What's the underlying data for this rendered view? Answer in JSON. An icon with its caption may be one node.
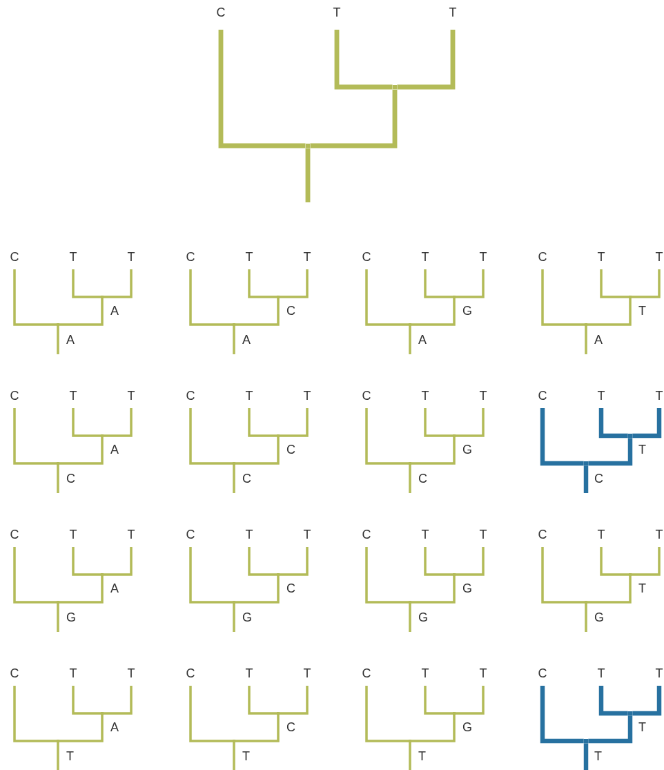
{
  "diagram": {
    "nodes": [
      {
        "text": [
          "C"
        ]
      },
      {
        "text": [
          "T"
        ]
      },
      {
        "text": [
          "T"
        ]
      },
      {
        "text": [],
        "shape": "point"
      },
      {
        "text": [],
        "shape": "point"
      },
      {
        "text": [
          "C"
        ]
      },
      {
        "text": [
          "T"
        ]
      },
      {
        "text": [
          "T"
        ]
      },
      {
        "text": [],
        "shape": "point",
        "beside": [
          "A"
        ]
      },
      {
        "text": [],
        "shape": "point",
        "beside": [
          "A"
        ]
      },
      {
        "text": [
          "C"
        ]
      },
      {
        "text": [
          "T"
        ]
      },
      {
        "text": [
          "T"
        ]
      },
      {
        "text": [],
        "shape": "point",
        "beside": [
          "C"
        ]
      },
      {
        "text": [],
        "shape": "point",
        "beside": [
          "A"
        ]
      },
      {
        "text": [
          "C"
        ]
      },
      {
        "text": [
          "T"
        ]
      },
      {
        "text": [
          "T"
        ]
      },
      {
        "text": [],
        "shape": "point",
        "beside": [
          "G"
        ]
      },
      {
        "text": [],
        "shape": "point",
        "beside": [
          "A"
        ]
      },
      {
        "text": [
          "C"
        ]
      },
      {
        "text": [
          "T"
        ]
      },
      {
        "text": [
          "T"
        ]
      },
      {
        "text": [],
        "shape": "point",
        "beside": [
          "T"
        ]
      },
      {
        "text": [],
        "shape": "point",
        "beside": [
          "A"
        ]
      },
      {
        "text": [
          "C"
        ]
      },
      {
        "text": [
          "T"
        ]
      },
      {
        "text": [
          "T"
        ]
      },
      {
        "text": [],
        "shape": "point",
        "beside": [
          "A"
        ]
      },
      {
        "text": [],
        "shape": "point",
        "beside": [
          "C"
        ]
      },
      {
        "text": [
          "C"
        ]
      },
      {
        "text": [
          "T"
        ]
      },
      {
        "text": [
          "T"
        ]
      },
      {
        "text": [],
        "shape": "point",
        "beside": [
          "C"
        ]
      },
      {
        "text": [],
        "shape": "point",
        "beside": [
          "C"
        ]
      },
      {
        "text": [
          "C"
        ]
      },
      {
        "text": [
          "T"
        ]
      },
      {
        "text": [
          "T"
        ]
      },
      {
        "text": [],
        "shape": "point",
        "beside": [
          "G"
        ]
      },
      {
        "text": [],
        "shape": "point",
        "beside": [
          "C"
        ]
      },
      {
        "text": [
          "C"
        ]
      },
      {
        "text": [
          "T"
        ]
      },
      {
        "text": [
          "T"
        ]
      },
      {
        "text": [],
        "shape": "point",
        "beside": [
          "T"
        ]
      },
      {
        "text": [],
        "shape": "point",
        "beside": [
          "C"
        ]
      },
      {
        "text": [
          "C"
        ]
      },
      {
        "text": [
          "T"
        ]
      },
      {
        "text": [
          "T"
        ]
      },
      {
        "text": [],
        "shape": "point",
        "beside": [
          "A"
        ]
      },
      {
        "text": [],
        "shape": "point",
        "beside": [
          "G"
        ]
      },
      {
        "text": [
          "C"
        ]
      },
      {
        "text": [
          "T"
        ]
      },
      {
        "text": [
          "T"
        ]
      },
      {
        "text": [],
        "shape": "point",
        "beside": [
          "C"
        ]
      },
      {
        "text": [],
        "shape": "point",
        "beside": [
          "G"
        ]
      },
      {
        "text": [
          "C"
        ]
      },
      {
        "text": [
          "T"
        ]
      },
      {
        "text": [
          "T"
        ]
      },
      {
        "text": [],
        "shape": "point",
        "beside": [
          "G"
        ]
      },
      {
        "text": [],
        "shape": "point",
        "beside": [
          "G"
        ]
      },
      {
        "text": [
          "C"
        ]
      },
      {
        "text": [
          "T"
        ]
      },
      {
        "text": [
          "T"
        ]
      },
      {
        "text": [],
        "shape": "point",
        "beside": [
          "T"
        ]
      },
      {
        "text": [],
        "shape": "point",
        "beside": [
          "G"
        ]
      },
      {
        "text": [
          "C"
        ]
      },
      {
        "text": [
          "T"
        ]
      },
      {
        "text": [
          "T"
        ]
      },
      {
        "text": [],
        "shape": "point",
        "beside": [
          "A"
        ]
      },
      {
        "text": [],
        "shape": "point",
        "beside": [
          "T"
        ]
      },
      {
        "text": [
          "C"
        ]
      },
      {
        "text": [
          "T"
        ]
      },
      {
        "text": [
          "T"
        ]
      },
      {
        "text": [],
        "shape": "point",
        "beside": [
          "C"
        ]
      },
      {
        "text": [],
        "shape": "point",
        "beside": [
          "T"
        ]
      },
      {
        "text": [
          "C"
        ]
      },
      {
        "text": [
          "T"
        ]
      },
      {
        "text": [
          "T"
        ]
      },
      {
        "text": [],
        "shape": "point",
        "beside": [
          "G"
        ]
      },
      {
        "text": [],
        "shape": "point",
        "beside": [
          "T"
        ]
      },
      {
        "text": [
          "C"
        ]
      },
      {
        "text": [
          "T"
        ]
      },
      {
        "text": [
          "T"
        ]
      },
      {
        "text": [],
        "shape": "point",
        "beside": [
          "T"
        ]
      },
      {
        "text": [],
        "shape": "point",
        "beside": [
          "T"
        ]
      }
    ],
    "edges": [
      {
        "from": 4,
        "to": 0,
        "arrow": "none",
        "style": "thick"
      },
      {
        "from": 4,
        "to": 3,
        "arrow": "none",
        "style": "thick"
      },
      {
        "from": 3,
        "to": 1,
        "arrow": "none",
        "style": "thick"
      },
      {
        "from": 3,
        "to": 2,
        "arrow": "none",
        "style": "thick"
      },
      {
        "from": null,
        "to": 4,
        "arrow": "none",
        "style": "thick"
      },
      {
        "from": 9,
        "to": 5,
        "arrow": "none"
      },
      {
        "from": 9,
        "to": 8,
        "arrow": "none"
      },
      {
        "from": 8,
        "to": 6,
        "arrow": "none"
      },
      {
        "from": 8,
        "to": 7,
        "arrow": "none"
      },
      {
        "from": null,
        "to": 9,
        "arrow": "none"
      },
      {
        "from": 14,
        "to": 10,
        "arrow": "none"
      },
      {
        "from": 14,
        "to": 13,
        "arrow": "none"
      },
      {
        "from": 13,
        "to": 11,
        "arrow": "none"
      },
      {
        "from": 13,
        "to": 12,
        "arrow": "none"
      },
      {
        "from": null,
        "to": 14,
        "arrow": "none"
      },
      {
        "from": 19,
        "to": 15,
        "arrow": "none"
      },
      {
        "from": 19,
        "to": 18,
        "arrow": "none"
      },
      {
        "from": 18,
        "to": 16,
        "arrow": "none"
      },
      {
        "from": 18,
        "to": 17,
        "arrow": "none"
      },
      {
        "from": null,
        "to": 19,
        "arrow": "none"
      },
      {
        "from": 24,
        "to": 20,
        "arrow": "none"
      },
      {
        "from": 24,
        "to": 23,
        "arrow": "none"
      },
      {
        "from": 23,
        "to": 21,
        "arrow": "none"
      },
      {
        "from": 23,
        "to": 22,
        "arrow": "none"
      },
      {
        "from": null,
        "to": 24,
        "arrow": "none"
      },
      {
        "from": 29,
        "to": 25,
        "arrow": "none"
      },
      {
        "from": 29,
        "to": 28,
        "arrow": "none"
      },
      {
        "from": 28,
        "to": 26,
        "arrow": "none"
      },
      {
        "from": 28,
        "to": 27,
        "arrow": "none"
      },
      {
        "from": null,
        "to": 29,
        "arrow": "none"
      },
      {
        "from": 34,
        "to": 30,
        "arrow": "none"
      },
      {
        "from": 34,
        "to": 33,
        "arrow": "none"
      },
      {
        "from": 33,
        "to": 31,
        "arrow": "none"
      },
      {
        "from": 33,
        "to": 32,
        "arrow": "none"
      },
      {
        "from": null,
        "to": 34,
        "arrow": "none"
      },
      {
        "from": 39,
        "to": 35,
        "arrow": "none"
      },
      {
        "from": 39,
        "to": 38,
        "arrow": "none"
      },
      {
        "from": 38,
        "to": 36,
        "arrow": "none"
      },
      {
        "from": 38,
        "to": 37,
        "arrow": "none"
      },
      {
        "from": null,
        "to": 39,
        "arrow": "none"
      },
      {
        "from": 44,
        "to": 40,
        "arrow": "none",
        "style": "thick",
        "color": "#2771a0"
      },
      {
        "from": 44,
        "to": 43,
        "arrow": "none",
        "style": "thick",
        "color": "#2771a0"
      },
      {
        "from": 43,
        "to": 41,
        "arrow": "none",
        "style": "thick",
        "color": "#2771a0"
      },
      {
        "from": 43,
        "to": 42,
        "arrow": "none",
        "style": "thick",
        "color": "#2771a0"
      },
      {
        "from": null,
        "to": 44,
        "arrow": "none",
        "style": "thick",
        "color": "#2771a0"
      },
      {
        "from": 49,
        "to": 45,
        "arrow": "none"
      },
      {
        "from": 49,
        "to": 48,
        "arrow": "none"
      },
      {
        "from": 48,
        "to": 46,
        "arrow": "none"
      },
      {
        "from": 48,
        "to": 47,
        "arrow": "none"
      },
      {
        "from": null,
        "to": 49,
        "arrow": "none"
      },
      {
        "from": 54,
        "to": 50,
        "arrow": "none"
      },
      {
        "from": 54,
        "to": 53,
        "arrow": "none"
      },
      {
        "from": 53,
        "to": 51,
        "arrow": "none"
      },
      {
        "from": 53,
        "to": 52,
        "arrow": "none"
      },
      {
        "from": null,
        "to": 54,
        "arrow": "none"
      },
      {
        "from": 59,
        "to": 55,
        "arrow": "none"
      },
      {
        "from": 59,
        "to": 58,
        "arrow": "none"
      },
      {
        "from": 58,
        "to": 56,
        "arrow": "none"
      },
      {
        "from": 58,
        "to": 57,
        "arrow": "none"
      },
      {
        "from": null,
        "to": 59,
        "arrow": "none"
      },
      {
        "from": 64,
        "to": 60,
        "arrow": "none"
      },
      {
        "from": 64,
        "to": 63,
        "arrow": "none"
      },
      {
        "from": 63,
        "to": 61,
        "arrow": "none"
      },
      {
        "from": 63,
        "to": 62,
        "arrow": "none"
      },
      {
        "from": null,
        "to": 64,
        "arrow": "none"
      },
      {
        "from": 69,
        "to": 65,
        "arrow": "none"
      },
      {
        "from": 69,
        "to": 68,
        "arrow": "none"
      },
      {
        "from": 68,
        "to": 66,
        "arrow": "none"
      },
      {
        "from": 68,
        "to": 67,
        "arrow": "none"
      },
      {
        "from": null,
        "to": 69,
        "arrow": "none"
      },
      {
        "from": 74,
        "to": 70,
        "arrow": "none"
      },
      {
        "from": 74,
        "to": 73,
        "arrow": "none"
      },
      {
        "from": 73,
        "to": 71,
        "arrow": "none"
      },
      {
        "from": 73,
        "to": 72,
        "arrow": "none"
      },
      {
        "from": null,
        "to": 74,
        "arrow": "none"
      },
      {
        "from": 79,
        "to": 75,
        "arrow": "none"
      },
      {
        "from": 79,
        "to": 78,
        "arrow": "none"
      },
      {
        "from": 78,
        "to": 76,
        "arrow": "none"
      },
      {
        "from": 78,
        "to": 77,
        "arrow": "none"
      },
      {
        "from": null,
        "to": 79,
        "arrow": "none"
      },
      {
        "from": 84,
        "to": 80,
        "arrow": "none",
        "style": "thick",
        "color": "#2771a0"
      },
      {
        "from": 84,
        "to": 83,
        "arrow": "none",
        "style": "thick",
        "color": "#2771a0"
      },
      {
        "from": 83,
        "to": 81,
        "arrow": "none",
        "style": "thick",
        "color": "#2771a0"
      },
      {
        "from": 83,
        "to": 82,
        "arrow": "none",
        "style": "thick",
        "color": "#2771a0"
      },
      {
        "from": null,
        "to": 84,
        "arrow": "none",
        "style": "thick",
        "color": "#2771a0"
      }
    ]
  }
}
